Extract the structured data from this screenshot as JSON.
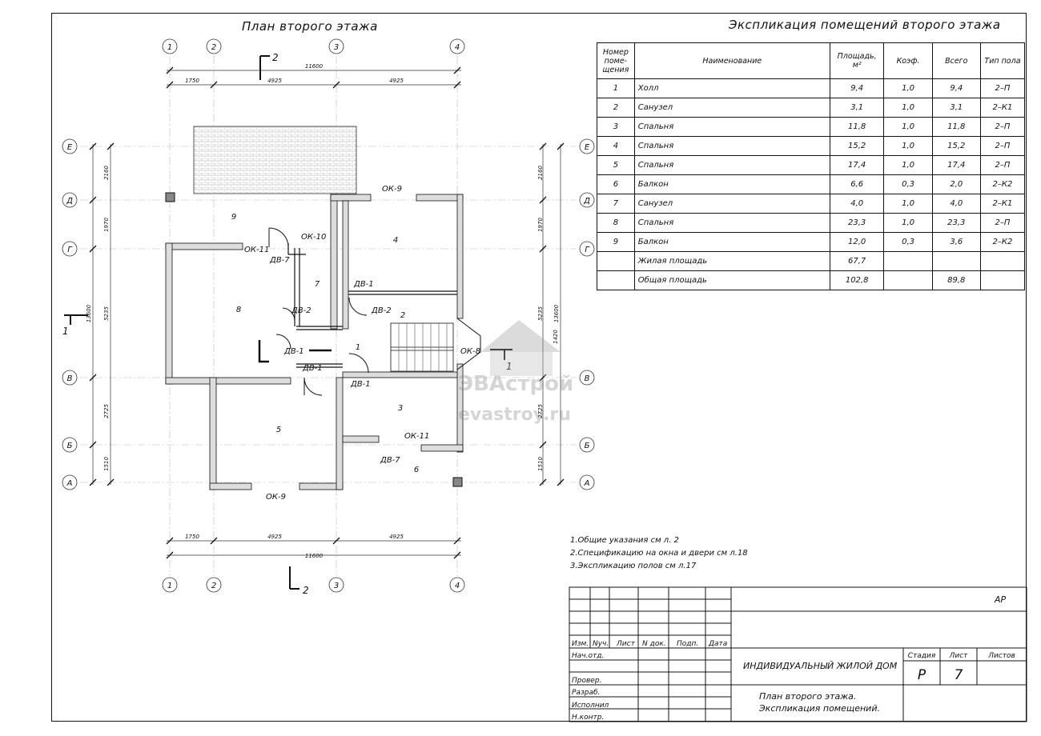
{
  "plan": {
    "title": "План второго этажа",
    "axes_top": [
      "1",
      "2",
      "3",
      "4"
    ],
    "axes_side": [
      "Е",
      "Д",
      "Г",
      "В",
      "Б",
      "А"
    ],
    "dims_top": [
      "1750",
      "4925",
      "4925"
    ],
    "total_width": "11600",
    "dims_side_left": [
      "2160",
      "1970",
      "5235",
      "2725",
      "1510"
    ],
    "total_height": "13600",
    "dims_side_right": [
      "2160",
      "1970",
      "5235",
      "2725",
      "1510"
    ],
    "total_height_right": "13600",
    "section_mark": "2",
    "section_side": "1",
    "rooms": [
      "1",
      "2",
      "3",
      "4",
      "5",
      "6",
      "7",
      "8",
      "9"
    ],
    "labels": {
      "ok9_top": "ОК-9",
      "ok9_bottom": "ОК-9",
      "ok10": "ОК-10",
      "ok11_left": "ОК-11",
      "ok11_right": "ОК-11",
      "ok8": "ОК-8",
      "dv7_top": "ДВ-7",
      "dv7_bottom": "ДВ-7",
      "dv2_left": "ДВ-2",
      "dv2_right": "ДВ-2",
      "dv1_a": "ДВ-1",
      "dv1_b": "ДВ-1",
      "dv1_c": "ДВ-1",
      "dv1_d": "ДВ-1",
      "size_1420": "1420"
    },
    "watermark": {
      "name": "ЭВАстрой",
      "site": "evastroy.ru"
    }
  },
  "explication": {
    "title": "Экспликация помещений второго этажа",
    "headers": [
      "Номер поме- щения",
      "Наименование",
      "Площадь, м²",
      "Коэф.",
      "Всего",
      "Тип пола"
    ],
    "rows": [
      [
        "1",
        "Холл",
        "9,4",
        "1,0",
        "9,4",
        "2–П"
      ],
      [
        "2",
        "Санузел",
        "3,1",
        "1,0",
        "3,1",
        "2–К1"
      ],
      [
        "3",
        "Спальня",
        "11,8",
        "1,0",
        "11,8",
        "2–П"
      ],
      [
        "4",
        "Спальня",
        "15,2",
        "1,0",
        "15,2",
        "2–П"
      ],
      [
        "5",
        "Спальня",
        "17,4",
        "1,0",
        "17,4",
        "2–П"
      ],
      [
        "6",
        "Балкон",
        "6,6",
        "0,3",
        "2,0",
        "2–К2"
      ],
      [
        "7",
        "Санузел",
        "4,0",
        "1,0",
        "4,0",
        "2–К1"
      ],
      [
        "8",
        "Спальня",
        "23,3",
        "1,0",
        "23,3",
        "2–П"
      ],
      [
        "9",
        "Балкон",
        "12,0",
        "0,3",
        "3,6",
        "2–К2"
      ]
    ],
    "living_label": "Жилая площадь",
    "living_value": "67,7",
    "total_label": "Общая площадь",
    "total_value": "102,8",
    "total_sum": "89,8"
  },
  "notes": [
    "1.Общие указания  см л. 2",
    "2.Спецификацию на окна и двери см л.18",
    "3.Экспликацию полов см л.17"
  ],
  "stamp": {
    "code": "АР",
    "cols": [
      "Изм.",
      "Nуч.",
      "Лист",
      "N док.",
      "Подп.",
      "Дата"
    ],
    "roles": [
      "Нач.отд.",
      "Провер.",
      "Разраб.",
      "Исполнил",
      "Н.контр."
    ],
    "project": "ИНДИВИДУАЛЬНЫЙ ЖИЛОЙ ДОМ",
    "stage_h": "Стадия",
    "sheet_h": "Лист",
    "sheets_h": "Листов",
    "stage": "Р",
    "sheet": "7",
    "sheets": "",
    "desc1": "План второго этажа.",
    "desc2": "Экспликация помещений."
  }
}
